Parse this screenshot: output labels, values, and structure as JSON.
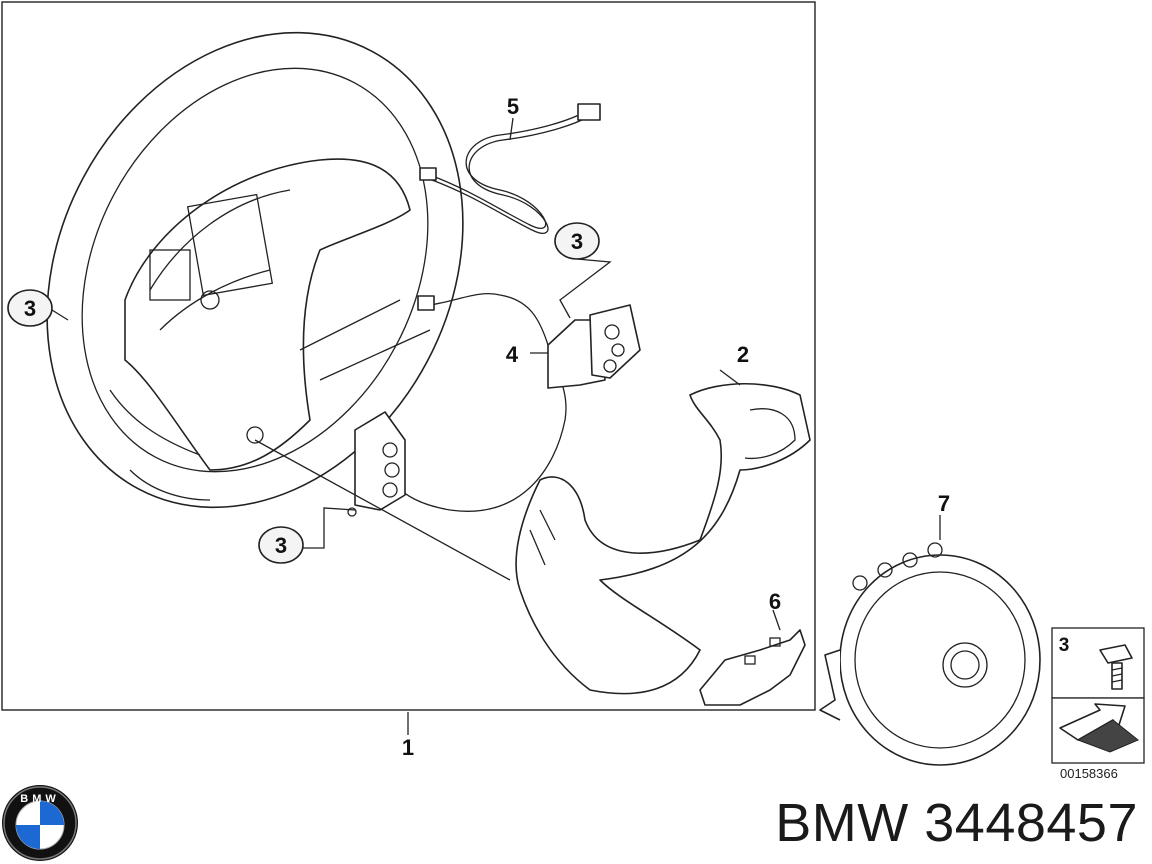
{
  "brand": {
    "name": "BMW",
    "part_number": "3448457",
    "logo_icon": "bmw-roundel-icon",
    "logo_letters": "BMW",
    "colors": {
      "blue": "#1c69d4",
      "ring": "#111111"
    }
  },
  "diagram": {
    "code": "00158366",
    "callouts": {
      "steering_wheel": "1",
      "trim_cover": "2",
      "screw_left": "3",
      "screw_top_right": "3",
      "screw_bottom": "3",
      "right_switch": "4",
      "wiring_harness": "5",
      "cover_cap": "6",
      "airbag": "7",
      "screw_box": "3"
    },
    "icons": [
      "steering-wheel-icon",
      "airbag-module-icon",
      "screw-icon",
      "arrow-icon"
    ]
  }
}
